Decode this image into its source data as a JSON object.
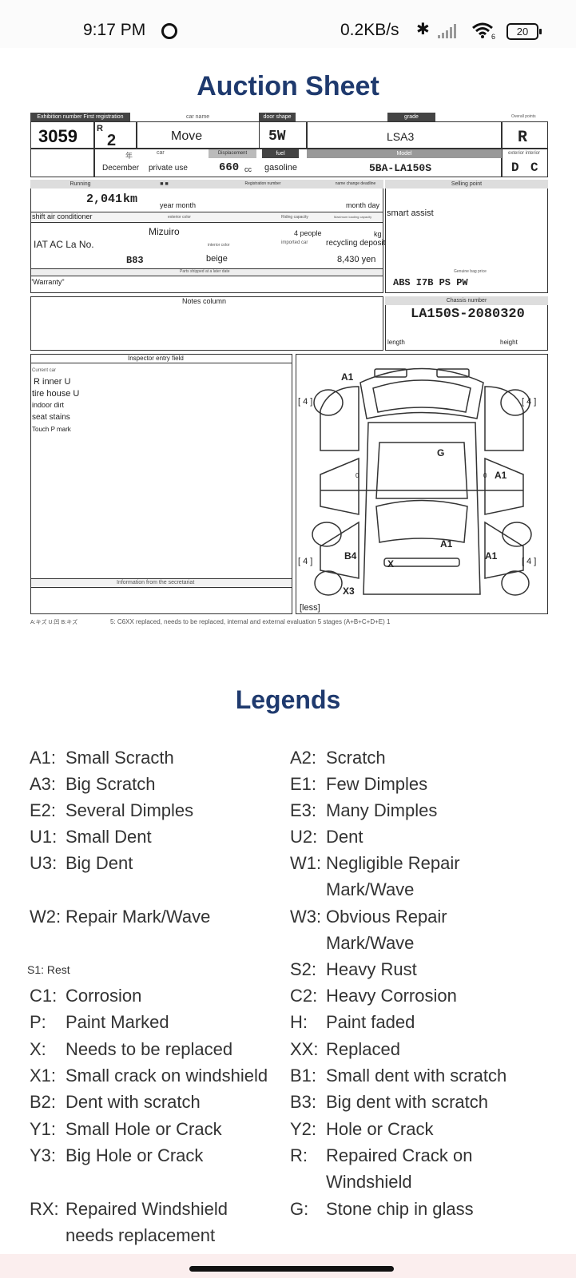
{
  "status_bar": {
    "time": "9:17 PM",
    "speed": "0.2KB/s",
    "battery": "20",
    "wifi_badge": "6"
  },
  "page_title": "Auction Sheet",
  "sheet": {
    "exhibition_label": "Exhibition number",
    "first_reg_label": "First registration",
    "car_name_label": "car name",
    "door_shape_label": "door shape",
    "grade_label": "grade",
    "overall_label": "Overall points",
    "lot_number": "3059",
    "era": "R",
    "reg_year": "2",
    "year_kanji": "年",
    "car_name": "Move",
    "door_shape": "5W",
    "grade": "LSA3",
    "score": "R",
    "car_label": "car",
    "displacement_label": "Displacement",
    "fuel_label": "fuel",
    "model_label": "Model",
    "ext_int_label": "exterior interior",
    "month": "December",
    "usage": "private use",
    "displacement": "660",
    "cc": "cc",
    "fuel": "gasoline",
    "model": "5BA-LA150S",
    "ext_grade": "D",
    "int_grade": "C",
    "running_label": "Running",
    "mileage": "2,041",
    "km": "km",
    "year_month": "year month",
    "reg_number_label": "Registration number",
    "name_change_label": "name change deadline",
    "month_day": "month day",
    "selling_point_label": "Selling point",
    "selling_point": "smart assist",
    "shift_ac": "shift air conditioner",
    "ext_color_label": "exterior color",
    "riding_cap_label": "Riding capacity",
    "max_load_label": "Maximum loading capacity",
    "ext_color": "Mizuiro",
    "people": "4 people",
    "kg": "kg",
    "iat_ac": "IAT AC La No.",
    "int_color_label": "interior color",
    "imported_label": "imported car",
    "recycling_label": "recycling deposit",
    "color_code": "B83",
    "int_color": "beige",
    "recycling": "8,430 yen",
    "parts_label": "Parts shipped at a later date",
    "genuine_label": "Genuine bag price",
    "warranty": "\"Warranty\"",
    "equipment": "ABS I7B PS PW",
    "notes_label": "Notes column",
    "chassis_label": "Chassis number",
    "chassis": "LA150S-2080320",
    "length": "length",
    "height": "height",
    "inspector_label": "Inspector entry field",
    "current_car": "Current car",
    "inspector_notes": [
      "R inner U",
      "tire house U",
      "indoor dirt",
      "seat stains",
      "Touch P mark"
    ],
    "secretariat_label": "Information from the secretariat",
    "tires": "[ 4 ]",
    "less": "[less]",
    "marks": {
      "a1": "A1",
      "g": "G",
      "b4": "B4",
      "x": "X",
      "x3": "X3",
      "zero": "0"
    },
    "footer_left": "A:キズ U:凹 B:キズ",
    "footer_note": "5: C6XX replaced, needs to be replaced, internal and external evaluation 5 stages (A+B+C+D+E) 1"
  },
  "legends_title": "Legends",
  "legend": [
    {
      "code": "A1:",
      "desc": "Small Scracth"
    },
    {
      "code": "A2:",
      "desc": "Scratch"
    },
    {
      "code": "A3:",
      "desc": "Big Scratch"
    },
    {
      "code": "E1:",
      "desc": "Few Dimples"
    },
    {
      "code": "E2:",
      "desc": "Several Dimples"
    },
    {
      "code": "E3:",
      "desc": "Many Dimples"
    },
    {
      "code": "U1:",
      "desc": "Small Dent"
    },
    {
      "code": "U2:",
      "desc": "Dent"
    },
    {
      "code": "U3:",
      "desc": "Big Dent"
    },
    {
      "code": "W1:",
      "desc": "Negligible Repair",
      "desc2": "Mark/Wave"
    },
    {
      "code": "W2:",
      "desc": "Repair Mark/Wave"
    },
    {
      "code": "W3:",
      "desc": "Obvious Repair",
      "desc2": "Mark/Wave"
    },
    {
      "code": "S1:",
      "desc": "Rest"
    },
    {
      "code": "S2:",
      "desc": "Heavy Rust"
    },
    {
      "code": "C1:",
      "desc": "Corrosion"
    },
    {
      "code": "C2:",
      "desc": "Heavy Corrosion"
    },
    {
      "code": "P:",
      "desc": "Paint Marked"
    },
    {
      "code": "H:",
      "desc": "Paint faded"
    },
    {
      "code": "X:",
      "desc": "Needs to be replaced"
    },
    {
      "code": "XX:",
      "desc": "Replaced"
    },
    {
      "code": "X1:",
      "desc": "Small crack on windshield"
    },
    {
      "code": "B1:",
      "desc": "Small dent with scratch"
    },
    {
      "code": "B2:",
      "desc": "Dent with scratch"
    },
    {
      "code": "B3:",
      "desc": "Big dent with scratch"
    },
    {
      "code": "Y1:",
      "desc": "Small Hole or Crack"
    },
    {
      "code": "Y2:",
      "desc": "Hole or Crack"
    },
    {
      "code": "Y3:",
      "desc": "Big Hole or Crack"
    },
    {
      "code": "R:",
      "desc": "Repaired Crack on",
      "desc2": "Windshield"
    },
    {
      "code": "RX:",
      "desc": "Repaired Windshield",
      "desc2": "needs replacement"
    },
    {
      "code": "G:",
      "desc": "Stone chip in glass"
    }
  ]
}
